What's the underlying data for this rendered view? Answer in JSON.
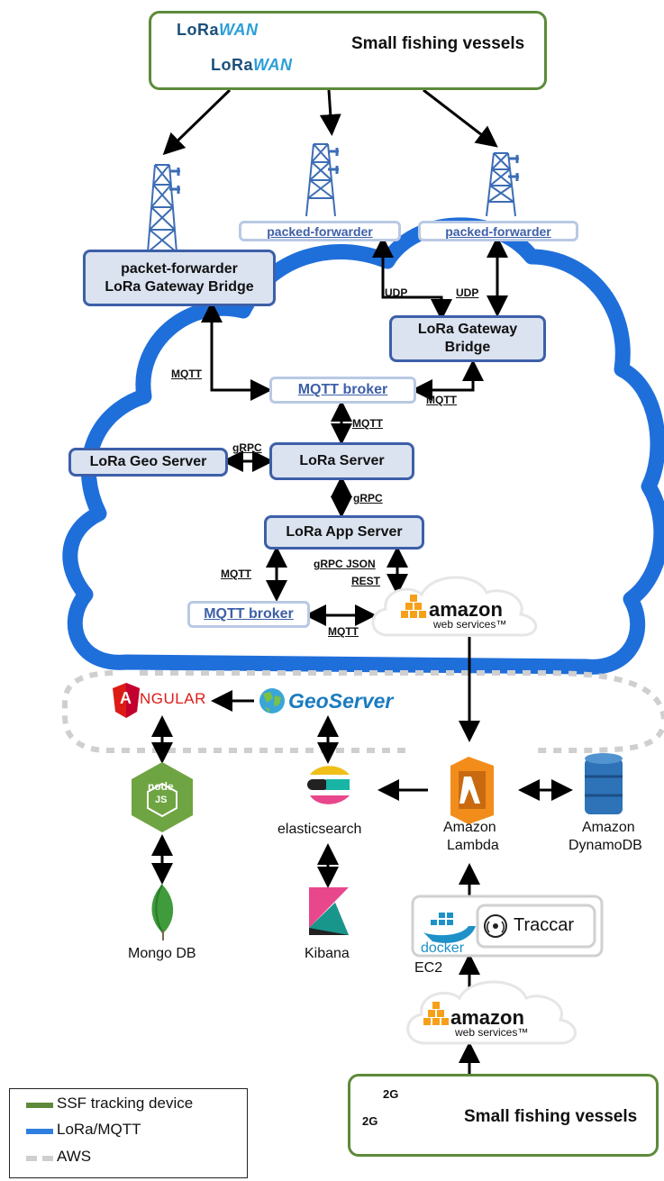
{
  "vessels_top": {
    "label": "Small fishing vessels",
    "lorawan_prefix": "LoRa",
    "lorawan_suffix": "WAN"
  },
  "vessels_bottom": {
    "label": "Small fishing vessels",
    "badge": "2G"
  },
  "gateways": {
    "left": {
      "line1": "packet-forwarder",
      "line2": "LoRa  Gateway Bridge"
    },
    "mid": "packed-forwarder",
    "right": "packed-forwarder"
  },
  "lora_gateway_bridge": {
    "line1": "LoRa Gateway",
    "line2": "Bridge"
  },
  "mqtt_broker_top": "MQTT broker",
  "lora_geo_server": "LoRa Geo Server",
  "lora_server": "LoRa Server",
  "lora_app_server": "LoRa  App Server",
  "mqtt_broker_bottom": "MQTT broker",
  "edge_labels": {
    "udp_left": "UDP",
    "udp_right": "UDP",
    "mqtt_left": "MQTT",
    "mqtt_right": "MQTT",
    "mqtt_mid": "MQTT",
    "grpc_geo": "gRPC",
    "grpc_app": "gRPC",
    "mqtt_app": "MQTT",
    "grpc_json": "gRPC JSON",
    "rest": "REST",
    "mqtt_bottom": "MQTT"
  },
  "aws": {
    "word": "amazon",
    "sub": "web services",
    "tm": "™"
  },
  "services": {
    "angular": "NGULAR",
    "angular_letter": "A",
    "geoserver": "GeoServer",
    "node": "node",
    "node_js": "JS",
    "mongo": "Mongo DB",
    "elasticsearch": "elasticsearch",
    "kibana": "Kibana",
    "lambda_line1": "Amazon",
    "lambda_line2": "Lambda",
    "dynamo_line1": "Amazon",
    "dynamo_line2": "DynamoDB",
    "docker": "docker",
    "traccar": "Traccar",
    "ec2": "EC2"
  },
  "legend": [
    {
      "label": "SSF tracking device",
      "color": "#5d8a3a"
    },
    {
      "label": "LoRa/MQTT",
      "color": "#2f7fe0"
    },
    {
      "label": "AWS",
      "color": "#cfcfcf"
    }
  ],
  "colors": {
    "cloud": "#1f6fdb",
    "vessel_border": "#5d8a3a",
    "node_border": "#3d5fa8",
    "aws_orange": "#f6a01a"
  }
}
